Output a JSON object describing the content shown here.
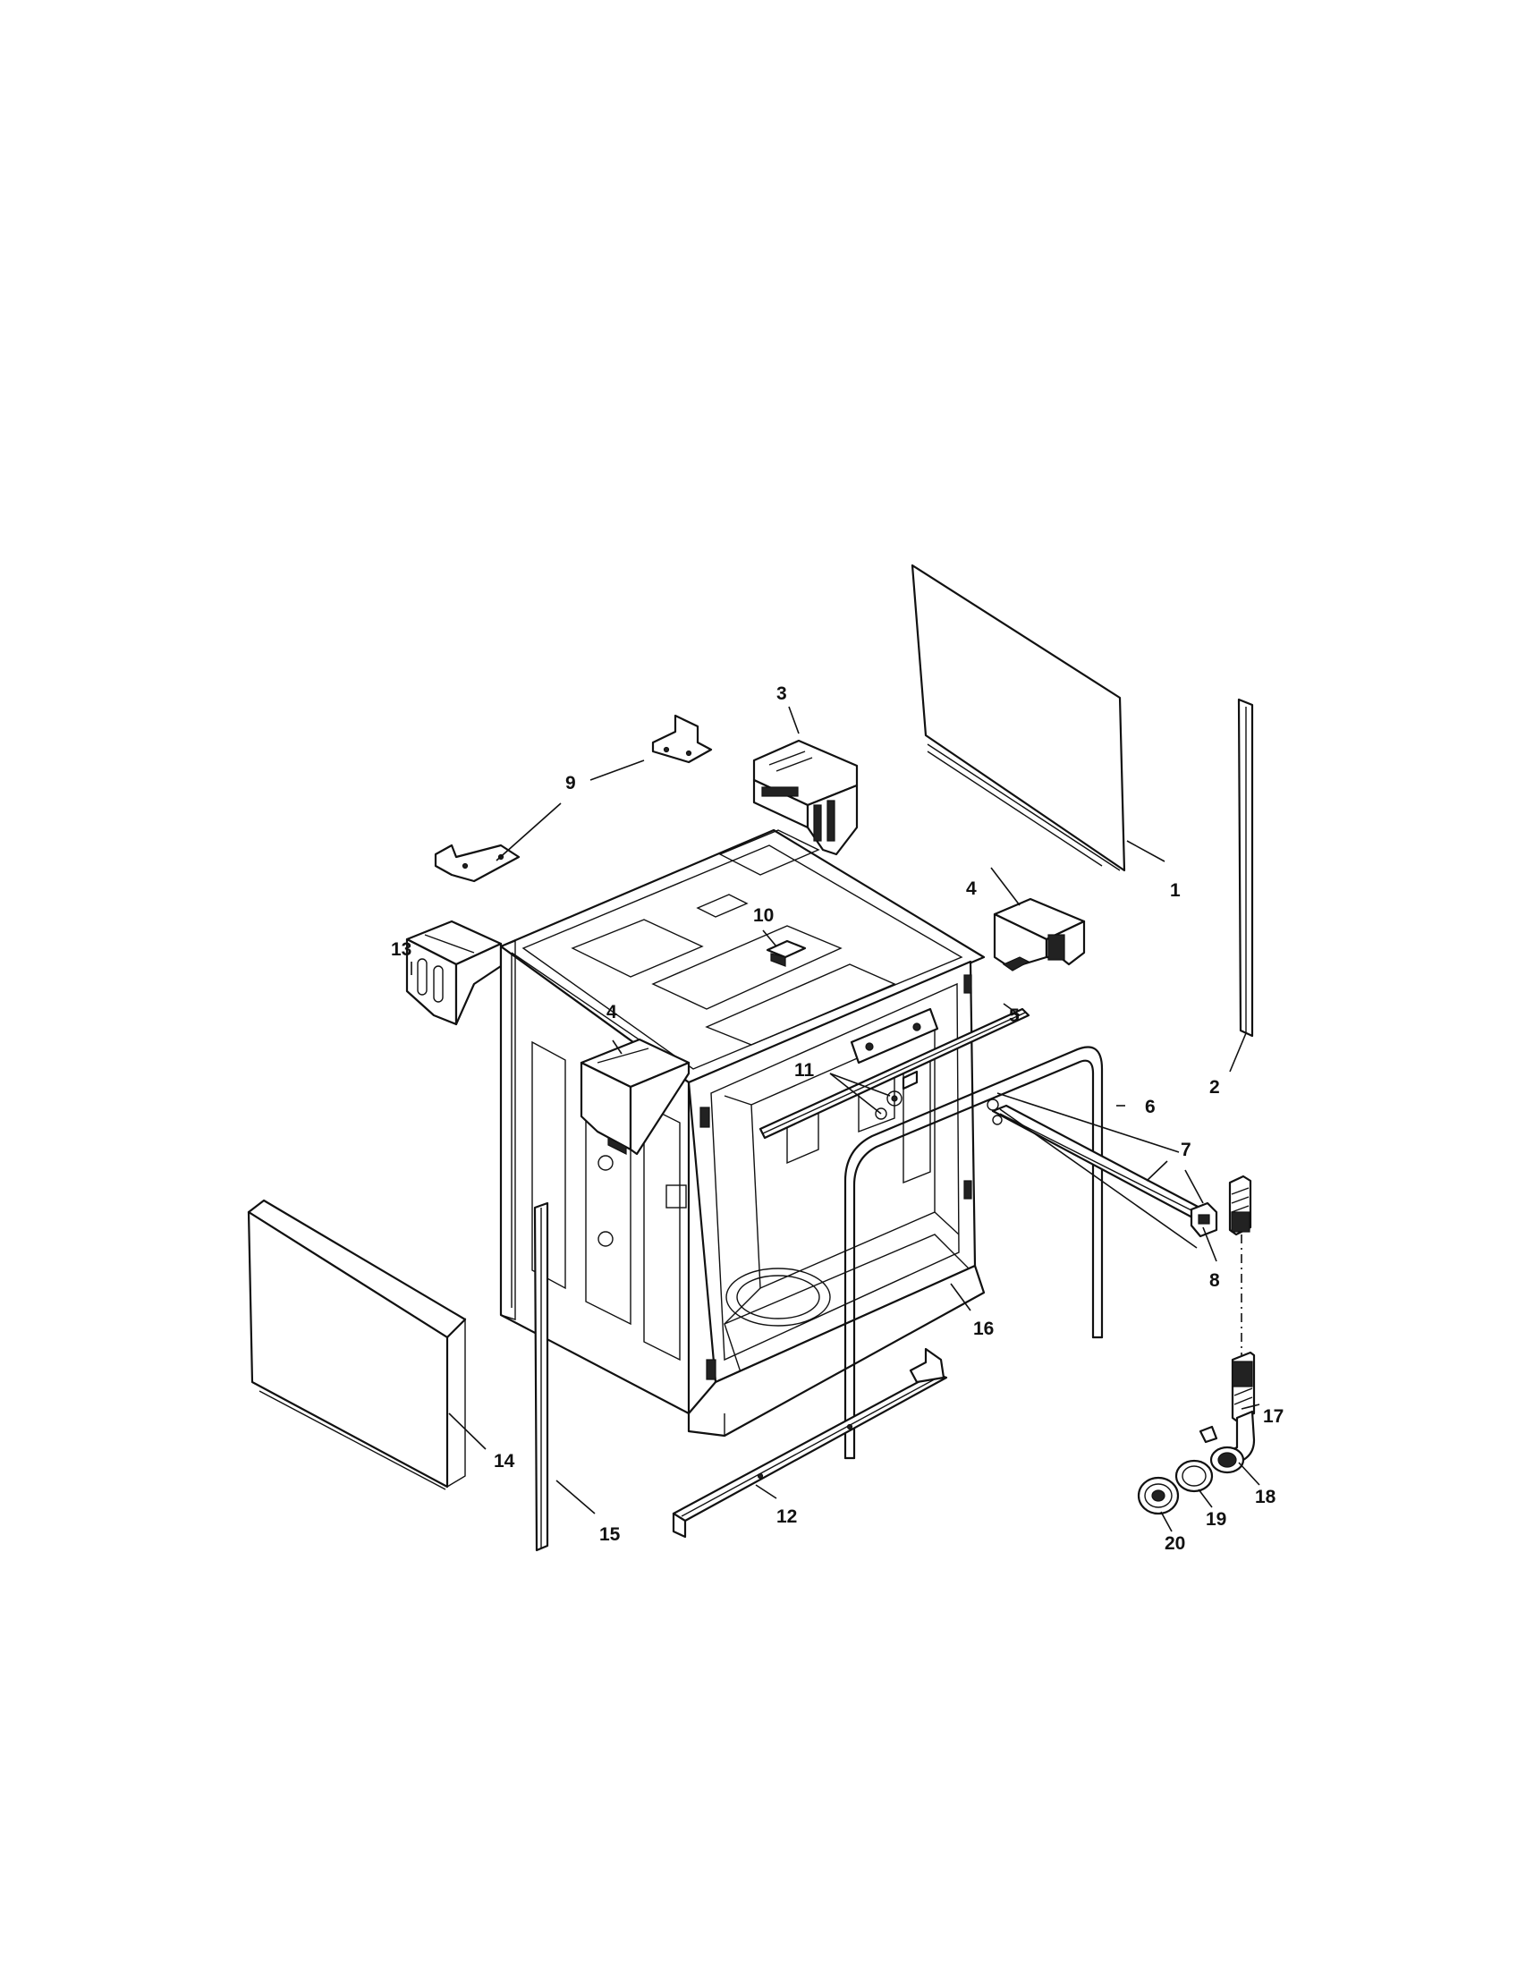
{
  "callouts": [
    {
      "id": "c1",
      "label": "1"
    },
    {
      "id": "c2",
      "label": "2"
    },
    {
      "id": "c3",
      "label": "3"
    },
    {
      "id": "c4a",
      "label": "4"
    },
    {
      "id": "c4b",
      "label": "4"
    },
    {
      "id": "c5",
      "label": "5"
    },
    {
      "id": "c6",
      "label": "6"
    },
    {
      "id": "c7",
      "label": "7"
    },
    {
      "id": "c8",
      "label": "8"
    },
    {
      "id": "c9",
      "label": "9"
    },
    {
      "id": "c10",
      "label": "10"
    },
    {
      "id": "c11",
      "label": "11"
    },
    {
      "id": "c12",
      "label": "12"
    },
    {
      "id": "c13",
      "label": "13"
    },
    {
      "id": "c14",
      "label": "14"
    },
    {
      "id": "c15",
      "label": "15"
    },
    {
      "id": "c16",
      "label": "16"
    },
    {
      "id": "c17",
      "label": "17"
    },
    {
      "id": "c18",
      "label": "18"
    },
    {
      "id": "c19",
      "label": "19"
    },
    {
      "id": "c20",
      "label": "20"
    }
  ]
}
